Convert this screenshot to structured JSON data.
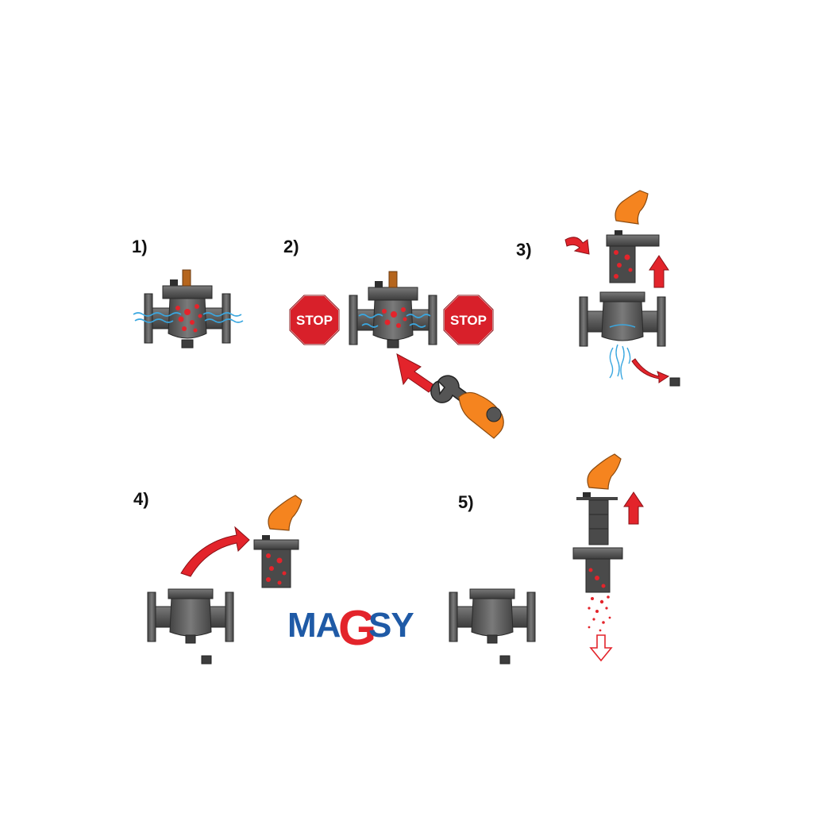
{
  "steps": [
    {
      "label": "1)"
    },
    {
      "label": "2)"
    },
    {
      "label": "3)"
    },
    {
      "label": "4)"
    },
    {
      "label": "5)"
    }
  ],
  "stop_signs": [
    {
      "text": "STOP"
    },
    {
      "text": "STOP"
    }
  ],
  "logo": {
    "text_left": "MA",
    "text_mid": "G",
    "text_right": "SY"
  },
  "colors": {
    "body": "#5a5a5a",
    "body_dark": "#3d3d3d",
    "body_light": "#7a7a7a",
    "red": "#e3242b",
    "water": "#3aa7e0",
    "hand": "#f5841f",
    "hand_outline": "#8a4a10",
    "logo_blue": "#1f5aa6",
    "logo_red": "#e3242b",
    "vent": "#b5651d",
    "stop_red": "#d8202a"
  }
}
